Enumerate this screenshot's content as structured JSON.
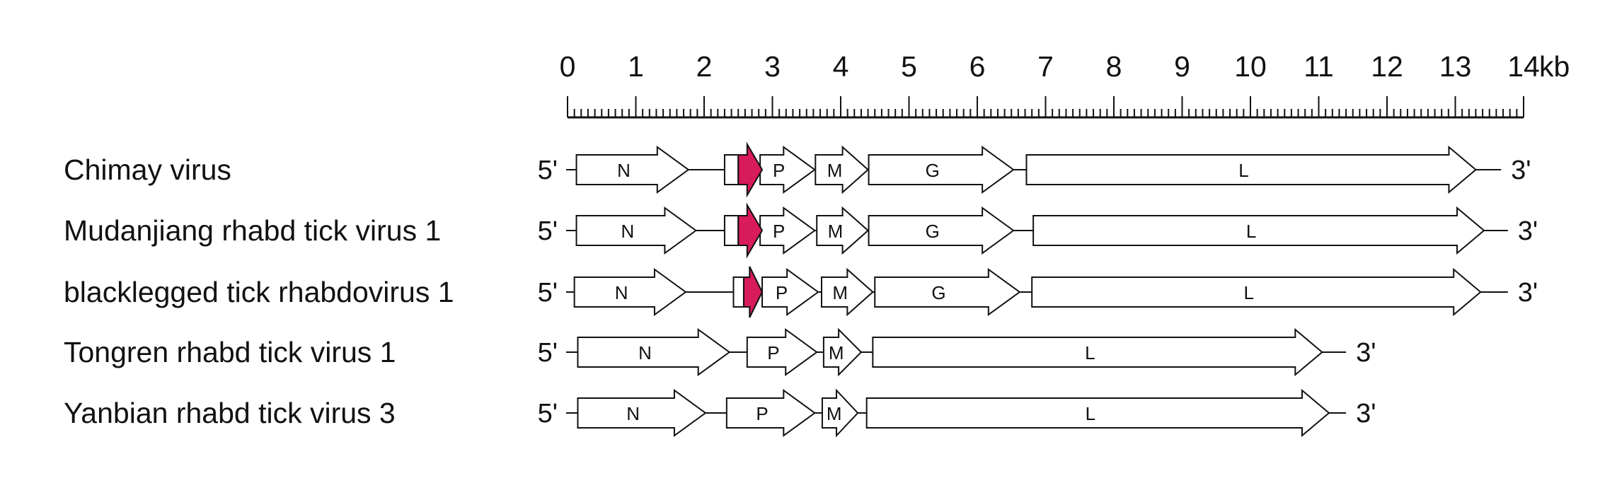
{
  "axis": {
    "unit": "kb",
    "ticks": [
      "0",
      "1",
      "2",
      "3",
      "4",
      "5",
      "6",
      "7",
      "8",
      "9",
      "10",
      "11",
      "12",
      "13",
      "14"
    ]
  },
  "end_labels": {
    "five_prime": "5'",
    "three_prime": "3'"
  },
  "genomes": [
    {
      "name": "Chimay virus",
      "genes": [
        {
          "label": "N",
          "start": 0.13,
          "end": 1.77
        },
        {
          "label": "P",
          "start": 2.82,
          "end": 3.62
        },
        {
          "label": "M",
          "start": 3.63,
          "end": 4.4
        },
        {
          "label": "G",
          "start": 4.41,
          "end": 6.53
        },
        {
          "label": "L",
          "start": 6.72,
          "end": 13.3
        }
      ],
      "accessory": {
        "box_start": 2.3,
        "box_end": 2.5,
        "start": 2.5,
        "end": 2.85
      },
      "end": 13.67
    },
    {
      "name": "Mudanjiang rhabd tick virus 1",
      "genes": [
        {
          "label": "N",
          "start": 0.13,
          "end": 1.88
        },
        {
          "label": "P",
          "start": 2.82,
          "end": 3.62
        },
        {
          "label": "M",
          "start": 3.65,
          "end": 4.4
        },
        {
          "label": "G",
          "start": 4.41,
          "end": 6.53
        },
        {
          "label": "L",
          "start": 6.82,
          "end": 13.42
        }
      ],
      "accessory": {
        "box_start": 2.3,
        "box_end": 2.5,
        "start": 2.5,
        "end": 2.85
      },
      "end": 13.77
    },
    {
      "name": "blacklegged tick rhabdovirus 1",
      "genes": [
        {
          "label": "N",
          "start": 0.1,
          "end": 1.73
        },
        {
          "label": "P",
          "start": 2.85,
          "end": 3.67
        },
        {
          "label": "M",
          "start": 3.72,
          "end": 4.47
        },
        {
          "label": "G",
          "start": 4.5,
          "end": 6.62
        },
        {
          "label": "L",
          "start": 6.8,
          "end": 13.37
        }
      ],
      "accessory": {
        "box_start": 2.43,
        "box_end": 2.58,
        "start": 2.58,
        "end": 2.85
      },
      "end": 13.77
    },
    {
      "name": "Tongren rhabd tick virus 1",
      "genes": [
        {
          "label": "N",
          "start": 0.15,
          "end": 2.37
        },
        {
          "label": "P",
          "start": 2.63,
          "end": 3.65
        },
        {
          "label": "M",
          "start": 3.75,
          "end": 4.3
        },
        {
          "label": "L",
          "start": 4.47,
          "end": 11.05
        }
      ],
      "end": 11.4
    },
    {
      "name": "Yanbian rhabd tick virus 3",
      "genes": [
        {
          "label": "N",
          "start": 0.15,
          "end": 2.02
        },
        {
          "label": "P",
          "start": 2.33,
          "end": 3.62
        },
        {
          "label": "M",
          "start": 3.73,
          "end": 4.25
        },
        {
          "label": "L",
          "start": 4.38,
          "end": 11.15
        }
      ],
      "end": 11.4
    }
  ]
}
